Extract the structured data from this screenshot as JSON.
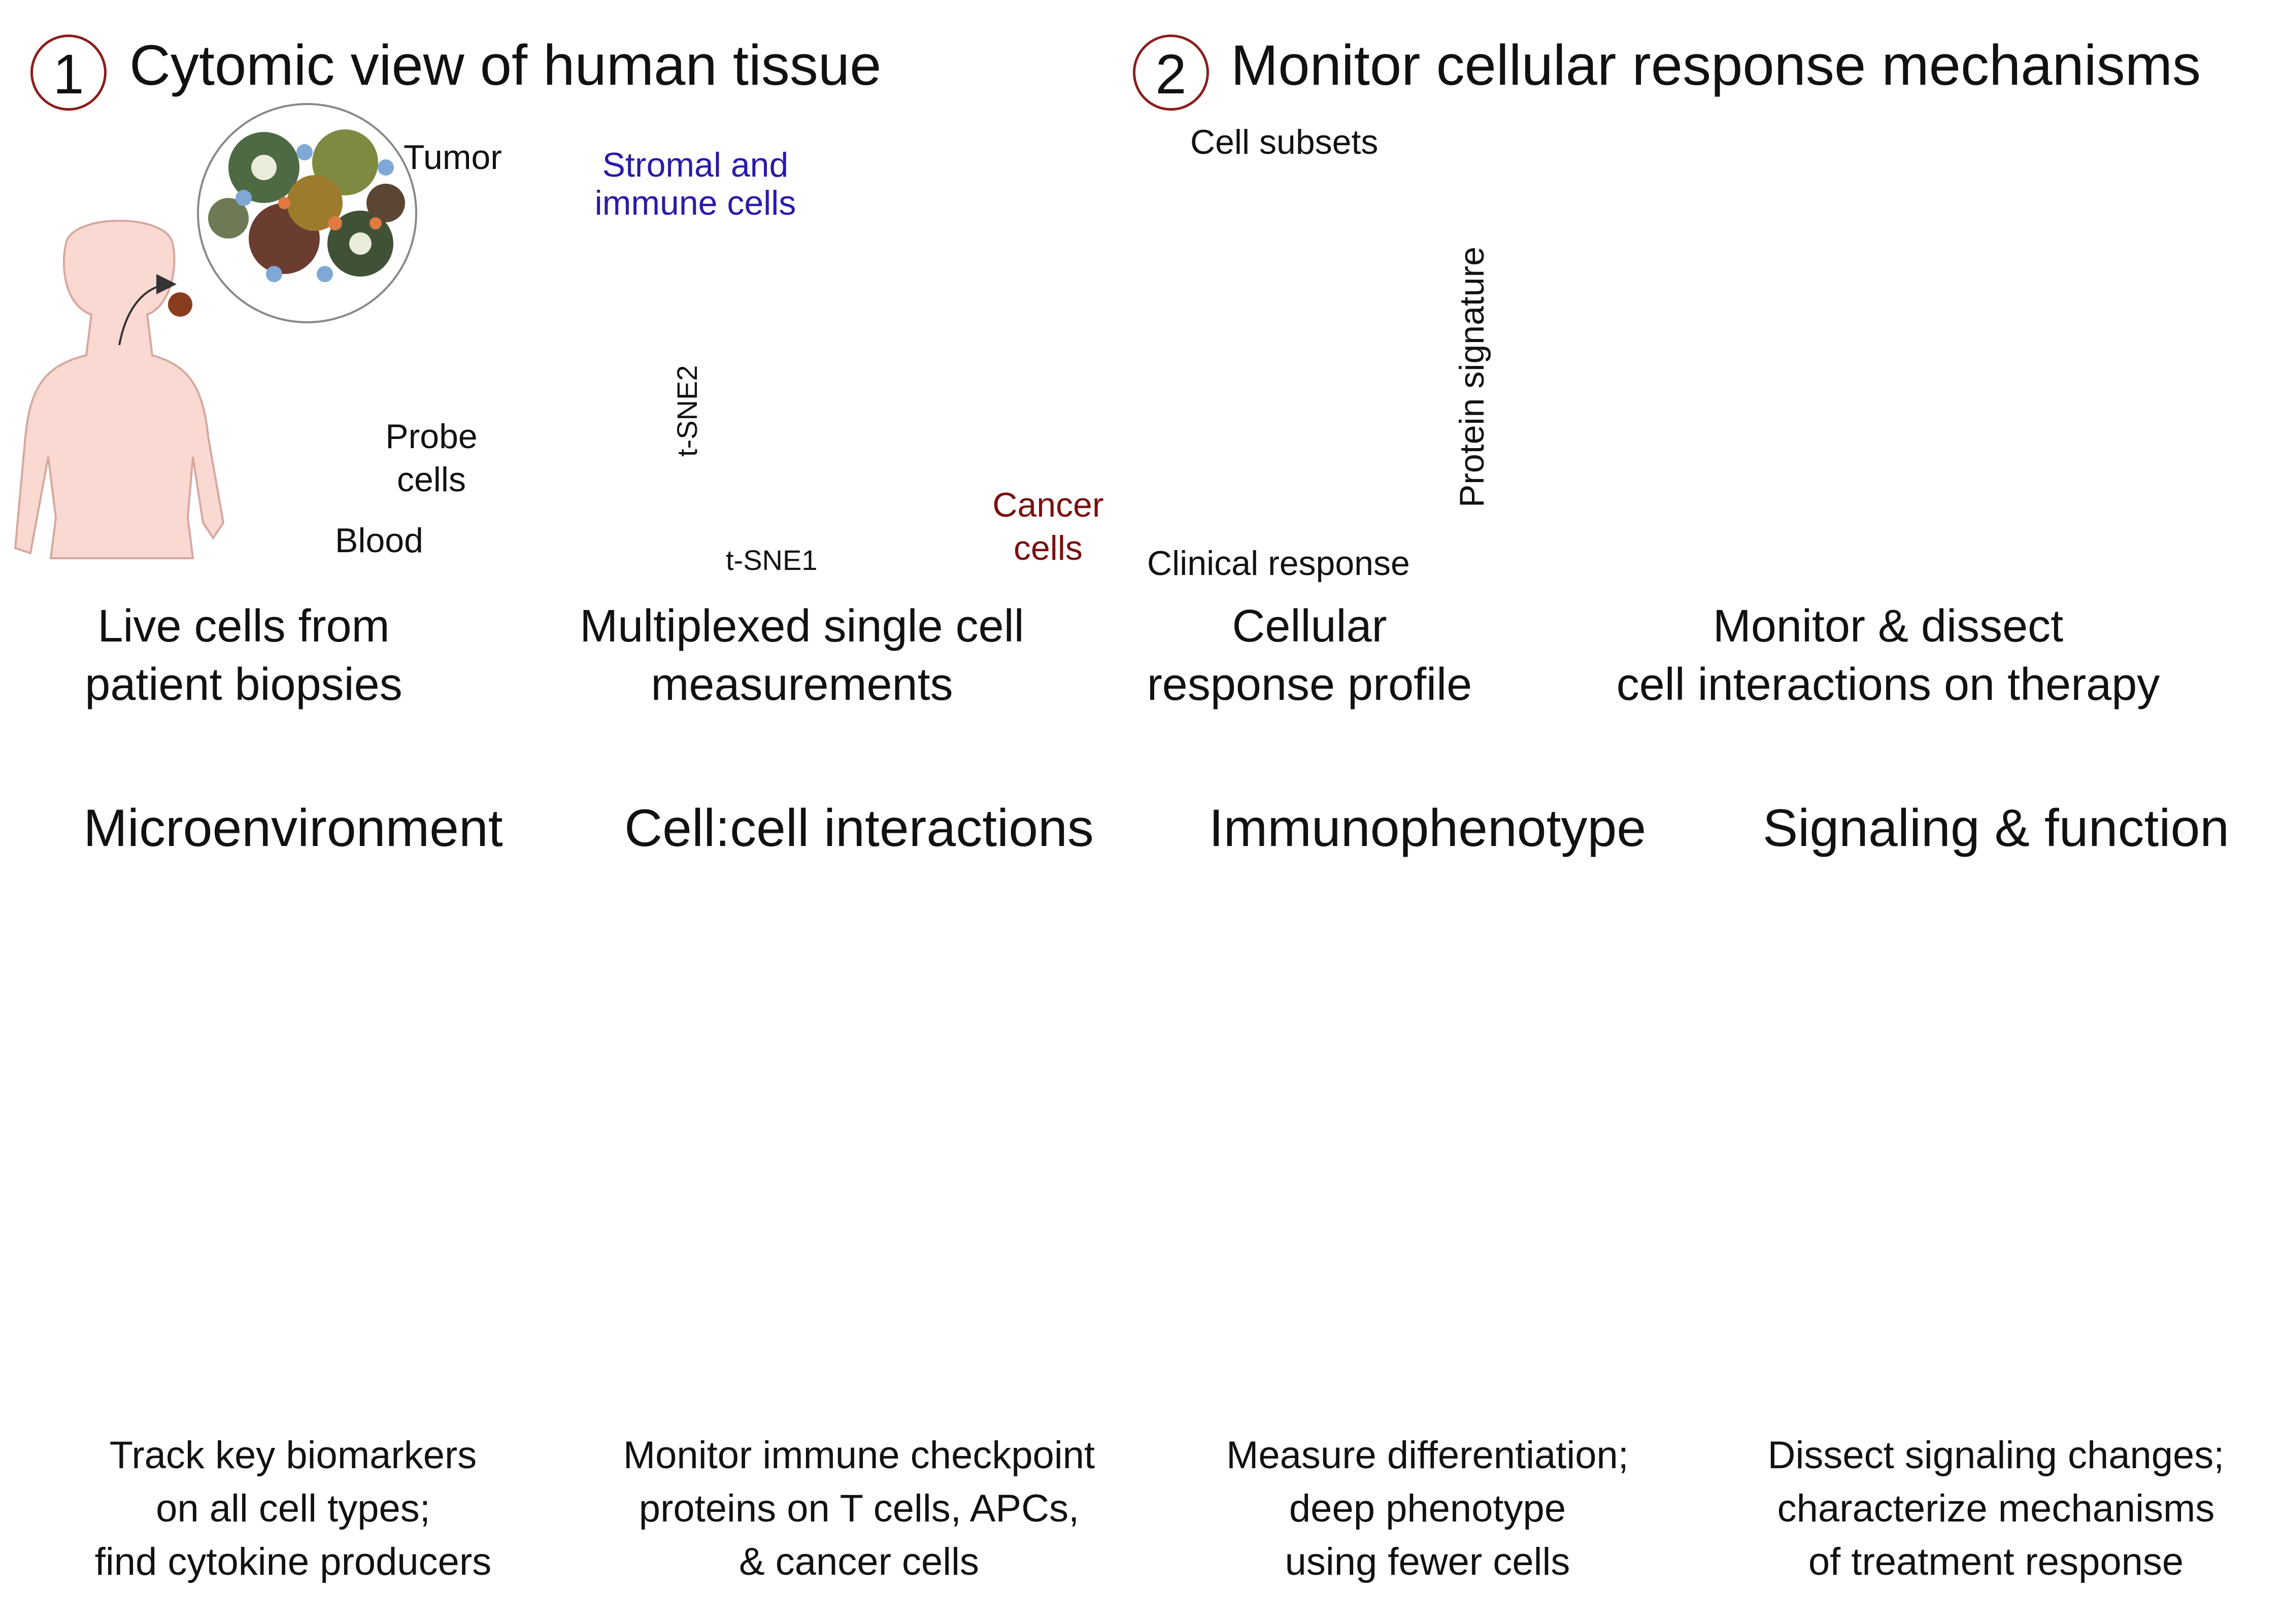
{
  "section1": {
    "number": "1",
    "title": "Cytomic view of human tissue",
    "labels": {
      "tumor": "Tumor",
      "blood": "Blood",
      "probe_cells_line1": "Probe",
      "probe_cells_line2": "cells",
      "stromal_line1": "Stromal and",
      "stromal_line2": "immune cells",
      "cancer_line1": "Cancer",
      "cancer_line2": "cells",
      "tsne1": "t-SNE1",
      "tsne2": "t-SNE2"
    },
    "captions": {
      "live_cells_line1": "Live cells from",
      "live_cells_line2": "patient biopsies",
      "multiplexed_line1": "Multiplexed single cell",
      "multiplexed_line2": "measurements"
    }
  },
  "section2": {
    "number": "2",
    "title": "Monitor cellular response mechanisms",
    "labels": {
      "cell_subsets": "Cell subsets",
      "protein_signature": "Protein signature",
      "clinical_response": "Clinical response"
    },
    "captions": {
      "response_profile_line1": "Cellular",
      "response_profile_line2": "response profile",
      "monitor_line1": "Monitor & dissect",
      "monitor_line2": "cell interactions on therapy"
    }
  },
  "panels": [
    {
      "title": "Microenvironment",
      "desc_line1": "Track key biomarkers",
      "desc_line2": "on all cell types;",
      "desc_line3": "find cytokine producers"
    },
    {
      "title": "Cell:cell interactions",
      "desc_line1": "Monitor immune checkpoint",
      "desc_line2": "proteins on T cells, APCs,",
      "desc_line3": "& cancer cells"
    },
    {
      "title": "Immunophenotype",
      "desc_line1": "Measure differentiation;",
      "desc_line2": "deep phenotype",
      "desc_line3": "using fewer cells"
    },
    {
      "title": "Signaling & function",
      "desc_line1": "Dissect signaling changes;",
      "desc_line2": "characterize mechanisms",
      "desc_line3": "of treatment response"
    }
  ],
  "colors": {
    "accent_red": "#8b1d1d",
    "stromal_blue": "#2a1aa8",
    "cancer_red": "#7a0f0f",
    "arrow_navy": "#2b3f8c",
    "heatmap_yellow": "#f5f05a",
    "heatmap_black": "#0a0a00",
    "clinical_red": "#9b1010",
    "clinical_blue": "#9ec8f0"
  },
  "icons": [
    "human-silhouette-icon",
    "blood-tube-icon",
    "antibody-icon",
    "probe-cell-icon",
    "tsne-plot-icon",
    "heatmap-icon",
    "dendrogram-icon",
    "receptor-icon",
    "membrane-icon",
    "signaling-node-icon"
  ]
}
